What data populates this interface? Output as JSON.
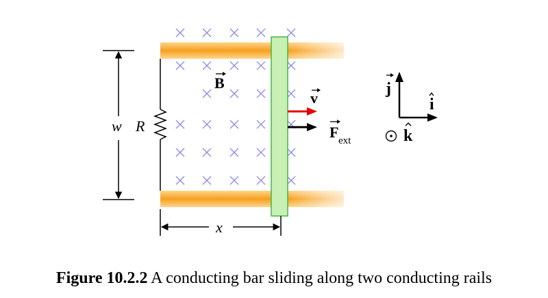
{
  "labels": {
    "field": "B",
    "velocity": "v",
    "force_main": "F",
    "force_sub": "ext",
    "width": "w",
    "resistor": "R",
    "distance": "x",
    "unit_j": "j",
    "unit_i": "i",
    "unit_k": "k"
  },
  "caption": {
    "figure_number": "Figure 10.2.2",
    "text": "A conducting bar sliding along two conducting rails"
  },
  "colors": {
    "rail": "#f6a020",
    "bar_fill": "#c8f0b4",
    "bar_stroke": "#46b446",
    "field_marks": "#8c8ce6",
    "velocity_arrow": "#e60000",
    "force_arrow": "#000000"
  },
  "field_direction": "into page (×)",
  "icons": [
    "cross-icon",
    "out-of-page-dot-icon",
    "resistor-icon"
  ]
}
